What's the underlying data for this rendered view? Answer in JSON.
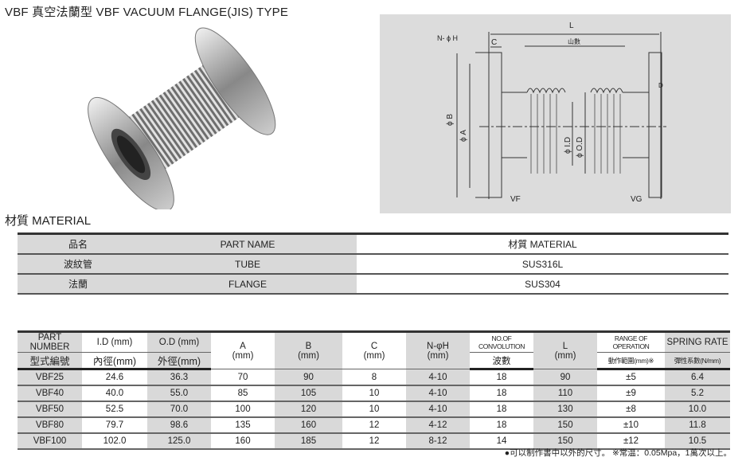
{
  "title": "VBF  真空法蘭型   VBF VACUUM FLANGE(JIS) TYPE",
  "diagram": {
    "L": "L",
    "C": "C",
    "NH": "N- ϕ H",
    "convolutions": "山數",
    "B": "ϕ B",
    "A": "ϕ A",
    "ID": "ϕ I.D",
    "OD": "ϕ O.D",
    "VF": "VF",
    "VG": "VG",
    "D": "D"
  },
  "material": {
    "title": "材質   MATERIAL",
    "headers": [
      "品名",
      "PART NAME",
      "材質  MATERIAL"
    ],
    "rows": [
      [
        "波紋管",
        "TUBE",
        "SUS316L"
      ],
      [
        "法蘭",
        "FLANGE",
        "SUS304"
      ]
    ]
  },
  "spec": {
    "headers_top": [
      "PART NUMBER",
      "I.D (mm)",
      "O.D (mm)",
      "A",
      "B",
      "C",
      "N-φH",
      "NO.OF CONVOLUTION",
      "L",
      "RANGE OF OPERATION",
      "SPRING RATE"
    ],
    "headers_bottom": [
      "型式編號",
      "內徑(mm)",
      "外徑(mm)",
      "(mm)",
      "(mm)",
      "(mm)",
      "(mm)",
      "波數",
      "(mm)",
      "動作範圍(mm)※",
      "彈性系數(N/mm)"
    ],
    "rows": [
      [
        "VBF25",
        "24.6",
        "36.3",
        "70",
        "90",
        "8",
        "4-10",
        "18",
        "90",
        "±5",
        "6.4"
      ],
      [
        "VBF40",
        "40.0",
        "55.0",
        "85",
        "105",
        "10",
        "4-10",
        "18",
        "110",
        "±9",
        "5.2"
      ],
      [
        "VBF50",
        "52.5",
        "70.0",
        "100",
        "120",
        "10",
        "4-10",
        "18",
        "130",
        "±8",
        "10.0"
      ],
      [
        "VBF80",
        "79.7",
        "98.6",
        "135",
        "160",
        "12",
        "4-12",
        "18",
        "150",
        "±10",
        "11.8"
      ],
      [
        "VBF100",
        "102.0",
        "125.0",
        "160",
        "185",
        "12",
        "8-12",
        "14",
        "150",
        "±12",
        "10.5"
      ]
    ]
  },
  "footnote": "●可以制作書中以外的尺寸。 ※常温：0.05Mpa，1萬次以上。"
}
